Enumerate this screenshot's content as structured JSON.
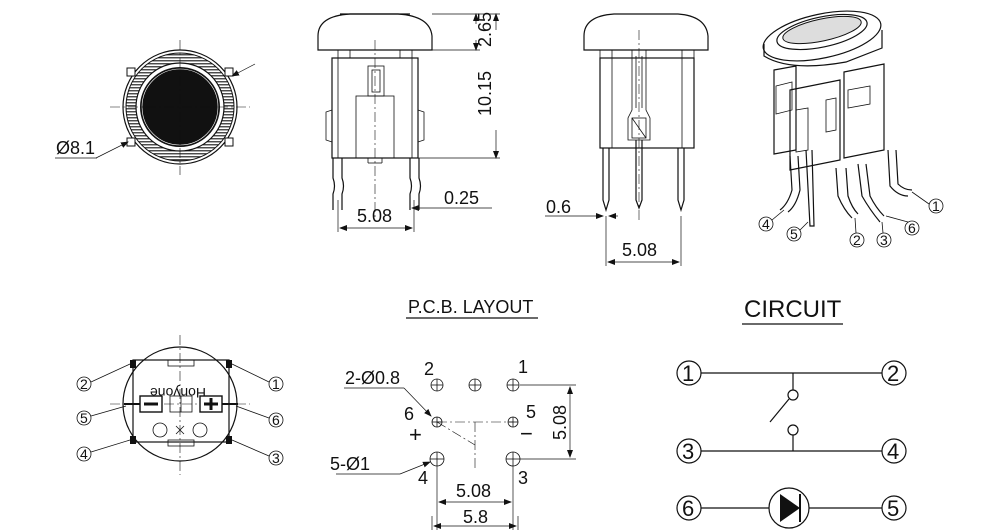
{
  "top_view": {
    "diameter": "Ø8.1"
  },
  "front_view": {
    "cap_height": "2.65",
    "total_height": "10.15",
    "pitch": "5.08",
    "offset": "0.25"
  },
  "side_view": {
    "pin_width": "0.6",
    "pitch": "5.08"
  },
  "iso_view": {
    "pins": [
      "1",
      "2",
      "3",
      "4",
      "5",
      "6"
    ]
  },
  "bottom_view": {
    "brand": "Honyone",
    "pins": [
      "1",
      "2",
      "3",
      "4",
      "5",
      "6"
    ]
  },
  "pcb_layout": {
    "title": "P.C.B. LAYOUT",
    "pins": [
      "1",
      "2",
      "3",
      "4",
      "5",
      "6"
    ],
    "small_hole": "2-Ø0.8",
    "large_hole": "5-Ø1",
    "plus": "+",
    "minus": "−",
    "dim_vertical": "5.08",
    "dim_inner": "5.08",
    "dim_outer": "5.8"
  },
  "circuit": {
    "title": "CIRCUIT",
    "pins": [
      "1",
      "2",
      "3",
      "4",
      "6",
      "5"
    ]
  }
}
